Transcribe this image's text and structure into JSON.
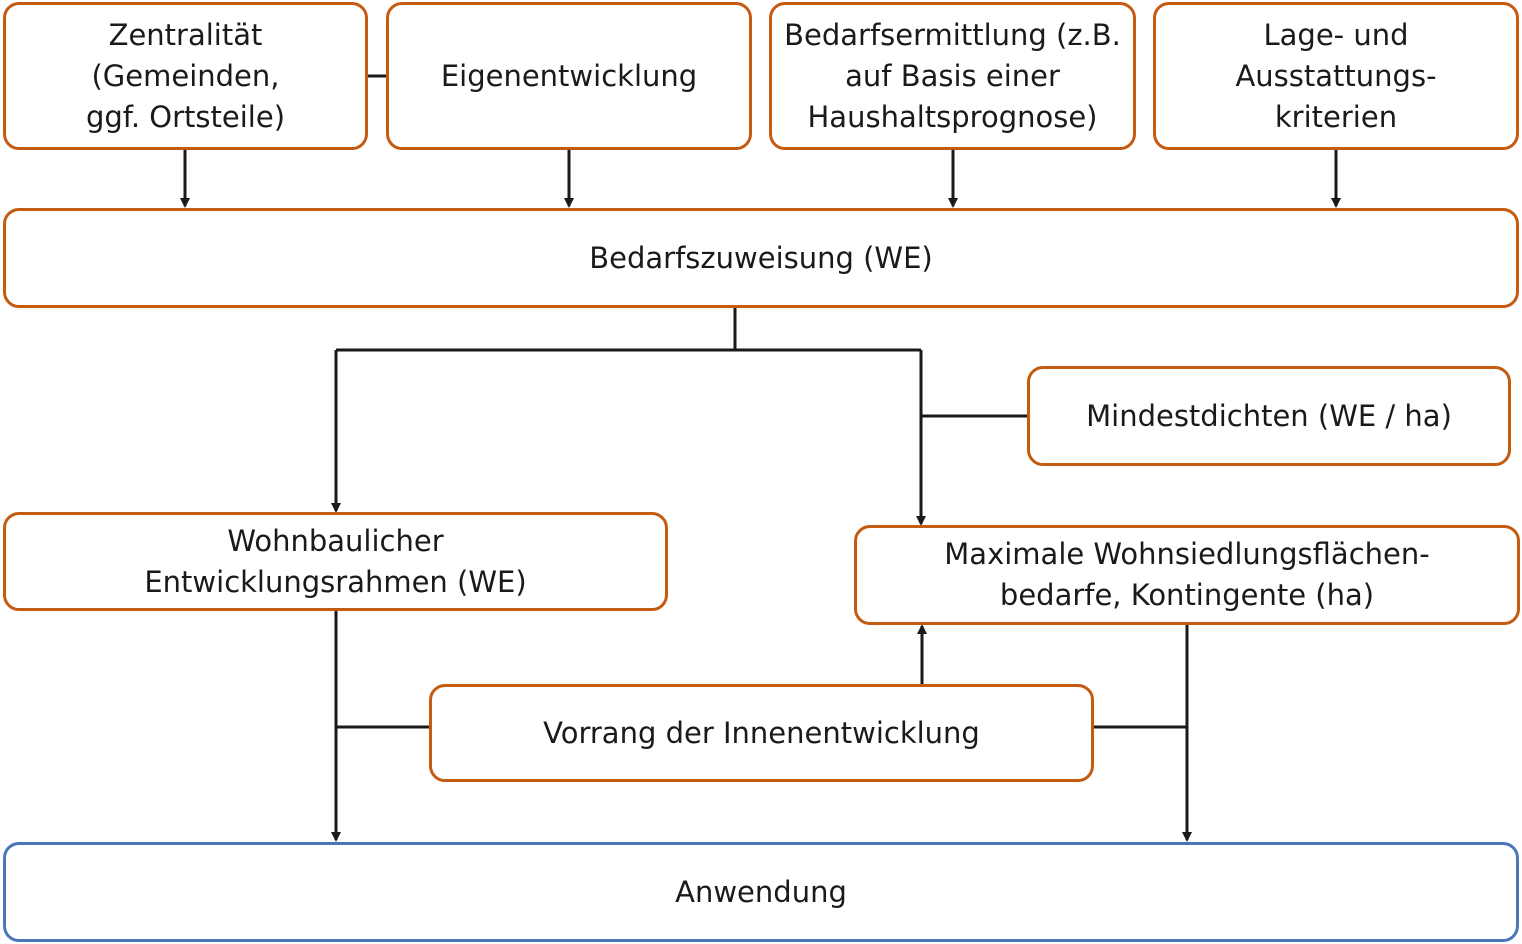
{
  "diagram": {
    "nodes": {
      "zentralitaet": "Zentralität\n(Gemeinden,\nggf. Ortsteile)",
      "eigenentwicklung": "Eigenentwicklung",
      "bedarfsermittlung": "Bedarfsermittlung (z.B.\nauf Basis einer\nHaushaltsprognose)",
      "lage": "Lage- und Ausstattungs-\nkriterien",
      "bedarfszuweisung": "Bedarfszuweisung (WE)",
      "mindestdichten": "Mindestdichten (WE / ha)",
      "wohnbaulicher": "Wohnbaulicher\nEntwicklungsrahmen (WE)",
      "maximale": "Maximale Wohnsiedlungsflächen-\nbedarfe, Kontingente (ha)",
      "vorrang": "Vorrang der Innenentwicklung",
      "anwendung": "Anwendung"
    },
    "colors": {
      "box_border": "#c55a11",
      "final_border": "#4a76b8",
      "connector": "#1a1a1a"
    }
  }
}
